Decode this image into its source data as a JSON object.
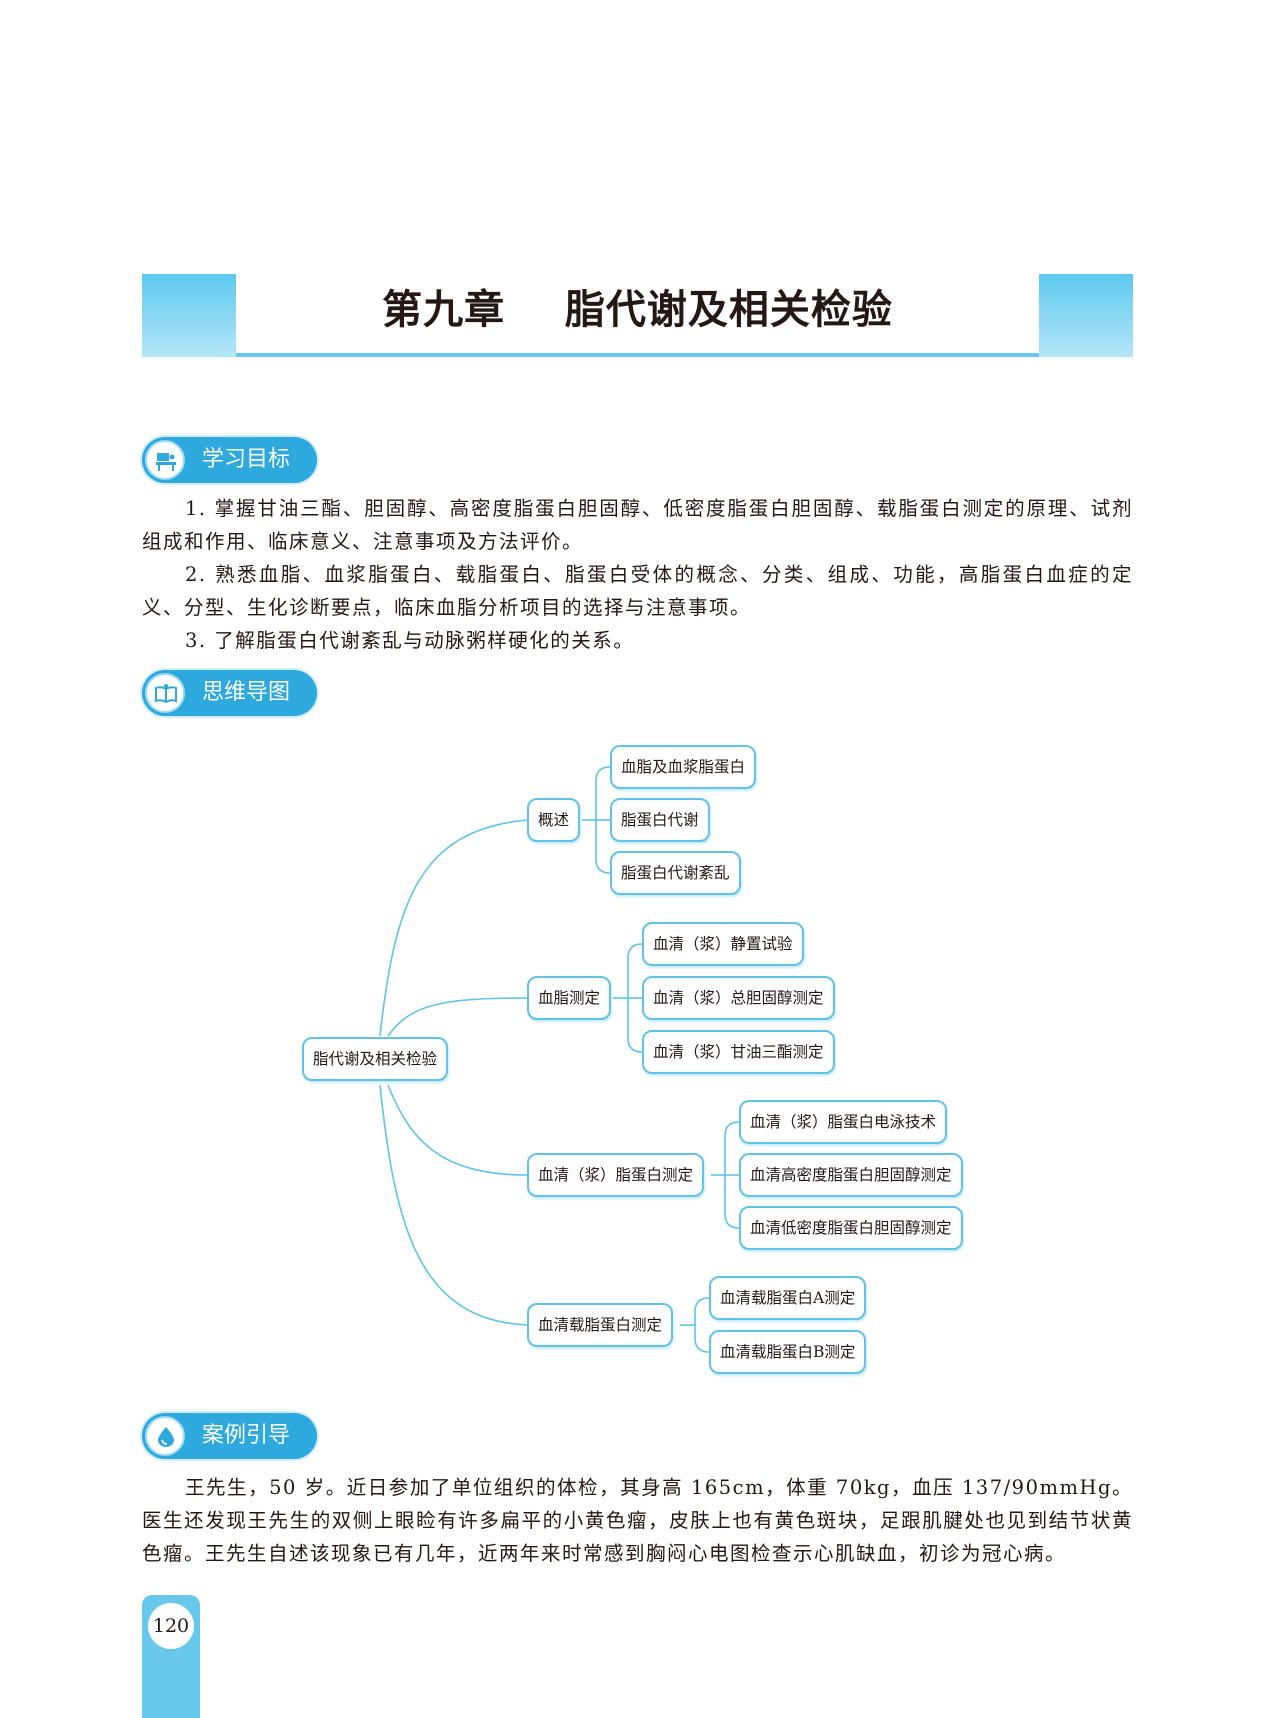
{
  "chapter": {
    "title": "第九章    脂代谢及相关检验"
  },
  "sections": {
    "objectives": {
      "label": "学习目标",
      "icon": "teacher-desk-icon"
    },
    "mindmap": {
      "label": "思维导图",
      "icon": "open-book-icon"
    },
    "case": {
      "label": "案例引导",
      "icon": "water-drop-icon"
    }
  },
  "objectives": [
    "1. 掌握甘油三酯、胆固醇、高密度脂蛋白胆固醇、低密度脂蛋白胆固醇、载脂蛋白测定的原理、试剂组成和作用、临床意义、注意事项及方法评价。",
    "2. 熟悉血脂、血浆脂蛋白、载脂蛋白、脂蛋白受体的概念、分类、组成、功能，高脂蛋白血症的定义、分型、生化诊断要点，临床血脂分析项目的选择与注意事项。",
    "3. 了解脂蛋白代谢紊乱与动脉粥样硬化的关系。"
  ],
  "mindmap": {
    "root": "脂代谢及相关检验",
    "branches": [
      {
        "label": "概述",
        "children": [
          "血脂及血浆脂蛋白",
          "脂蛋白代谢",
          "脂蛋白代谢紊乱"
        ]
      },
      {
        "label": "血脂测定",
        "children": [
          "血清（浆）静置试验",
          "血清（浆）总胆固醇测定",
          "血清（浆）甘油三酯测定"
        ]
      },
      {
        "label": "血清（浆）脂蛋白测定",
        "children": [
          "血清（浆）脂蛋白电泳技术",
          "血清高密度脂蛋白胆固醇测定",
          "血清低密度脂蛋白胆固醇测定"
        ]
      },
      {
        "label": "血清载脂蛋白测定",
        "children": [
          "血清载脂蛋白A测定",
          "血清载脂蛋白B测定"
        ]
      }
    ]
  },
  "case_text": "王先生，50 岁。近日参加了单位组织的体检，其身高 165cm，体重 70kg，血压 137/90mmHg。医生还发现王先生的双侧上眼睑有许多扁平的小黄色瘤，皮肤上也有黄色斑块，足跟肌腱处也见到结节状黄色瘤。王先生自述该现象已有几年，近两年来时常感到胸闷心电图检查示心肌缺血，初诊为冠心病。",
  "page_number": "120",
  "colors": {
    "accent": "#2ea9de",
    "light_accent": "#67c8ec",
    "node_border": "#5fc3ea"
  }
}
